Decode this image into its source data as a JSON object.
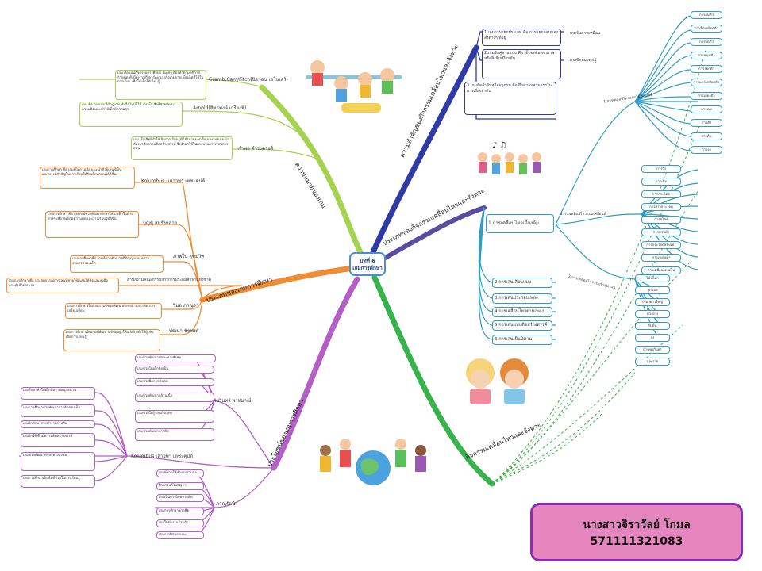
{
  "center": {
    "line1": "บทที่ 6",
    "line2": "เกมการศึกษา"
  },
  "author": {
    "name": "นางสาวจิราวัลย์ โกมล",
    "id": "571111321083"
  },
  "branches": {
    "meaning": "ความหมายของเกม",
    "types": "ประเภทของเกมการศึกษา",
    "purpose": "ประโยชน์ของเกมการศึกษา",
    "importance": "ความสำคัญของกิจกรรมเคลื่อนไหวและจังหวะ",
    "guidelines": "ประเภทของกิจกรรมเคลื่อนไหวและจังหวะ",
    "music": "กิจกรรมเคลื่อนไหวและจังหวะ"
  },
  "meaning_items": [
    {
      "label": "Gramb.Cam/Fitch(นิดาสน เลโนเอร์)",
      "text": "เกม คือ เป็นกิจกรรมการศึกษา ที่เด็กๆ ต้องทำตามกติกาที่กำหนด ทั้งนี้ยังรวมถึงการ์ดเกม หรือเกมจากแท็บเล็ตที่ใช้ในการเรียน เพื่อให้เด็กได้เรียนรู้"
    },
    {
      "label": "Arnold(สิทธพงษ์ เกรียงพิ)",
      "text": "เกม คือ การเล่นที่มีกฎเกณฑ์หรือไม่มีก็ได้ เกมเป็นสิ่งที่ช่วยพัฒนาความคิดและทำให้เด็กมีความสุข"
    },
    {
      "label": "กำพล ดำรงค์วงศ์",
      "text": "เกม เป็นสิ่งที่ทำให้เกิดการเรียนรู้ที่มีจำนวนมากขึ้น ผลงานของเด็กต้องอาศัยความคิดสร้างสรรค์ จึงนำมาใช้ในกระบวนการเรียนการสอน"
    }
  ],
  "types_items": [
    {
      "label": "Kolumbus (เสาวพา เตชะคุปต์)",
      "text": "เกมการศึกษา คือ เกมที่ได้ร่วมมือ แนะนำตัวผู้เล่นที่เป็นแนวทางที่สำคัญในการเรียนให้กับเด็กทุกคนได้ดีขึ้น"
    },
    {
      "label": "บุญชู สมรังคลาย",
      "text": "เกมการศึกษา คือ อุปกรณ์ช่วยพัฒนาทักษะให้แก่เด็กในด้านต่างๆ เพื่อให้เด็กมีความคิดและการเรียนรู้ที่ดีขึ้น"
    },
    {
      "label": "ภาพใน สุขุมวิท",
      "text": "เกมการศึกษาคือ เกมที่ช่วยพัฒนาสติปัญญาและความสามารถของเด็ก"
    },
    {
      "label": "สำนักงานคณะกรรมการการประถมศึกษาแห่งชาติ",
      "text": "เกมการศึกษา คือ ประสบการณ์การเล่นที่ช่วยให้ผู้เล่นได้คิดและลงมือกระทำด้วยตนเอง"
    },
    {
      "label": "วิมล ภาณุรา",
      "text": "เกมการศึกษาเป็นกิจกรรมที่ช่วยพัฒนาทักษะด้านการคิด การเปรียบเทียบ"
    },
    {
      "label": "พัฒนา ชัชพงศ์",
      "text": "เกมการศึกษาเป็นเกมที่พัฒนาสติปัญญาให้แก่เด็ก ทำให้ผู้เล่นเกิดการเรียนรู้"
    }
  ],
  "purpose_items": {
    "label1": "พัชรินทร์ พรหมาณ์",
    "label2": "Kolumbus เสาวพา เตชะคุปต์",
    "label3": "ภาณุรัตน์",
    "left_boxes": [
      "เกมศึกษาทำให้เด็กมีความสนุกสนาน",
      "เกมการศึกษาช่วยพัฒนาการคิดของเด็ก",
      "เกมฝึกทักษะการทำงานร่วมกัน",
      "เกมฝึกให้เด็กมีความคิดสร้างสรรค์",
      "เกมช่วยพัฒนาทักษะทางสังคม",
      "เกมการศึกษาเป็นสื่อที่ช่วยในการเรียนรู้"
    ],
    "mid_boxes": [
      "เกมช่วยพัฒนาทักษะทางสังคม",
      "เกมช่วยให้เด็กคิดเป็น",
      "เกมช่วยฝึกการสังเกต",
      "เกมช่วยพัฒนากล้ามเนื้อ",
      "เกมช่วยให้รู้จักแก้ปัญหา",
      "เกมช่วยพัฒนาการคิด"
    ],
    "low_boxes": [
      "เกมที่ช่วยให้ทำงานร่วมกัน",
      "ฝึกการแก้ไขปัญหา",
      "เกมเป็นการฝึกความคิด",
      "เกมการศึกษาช่วยคิด",
      "เกมให้ทำงานร่วมกัน",
      "เกมการฝึกแยกแยะ"
    ]
  },
  "importance_items": [
    "1.เกมการแยกประเภท คือ การแยกกลุ่มของสิ่งต่างๆ ที่อยู่",
    "2.เกมจับคู่สามแบบ คือ เด็กจะต้องหาภาพหรือสิ่งที่เหมือนกัน",
    "3.เกมจัดลำดับหรืออนุกรม คือ ฝึกความสามารถในการเรียงลำดับ"
  ],
  "importance_labels": [
    "เกมจับภาพเหมือน",
    "เกมจัดหมวดหมู่"
  ],
  "guidelines_items": [
    "1.การเคลื่อนไหวเบื้องต้น",
    "2.การเล่นเลียนแบบ",
    "3.การเล่นประกอบเพลง",
    "4.การเคลื่อนไหวตามเพลง",
    "5.การเล่นแบบคิดสร้างสรรค์",
    "6.การเล่นเป็นนิทาน"
  ],
  "guidelines_labels": [
    "1.การเคลื่อนไหวแบบไม่เคลื่อนที่",
    "2.การเคลื่อนไหวแบบเคลื่อนที่",
    "3.การเคลื่อนไหวร่วมกับอุปกรณ์"
  ],
  "leaf_top": [
    "การก้มตัว",
    "การยืดเหยียดตัว",
    "การบิดตัว",
    "การหมุนตัว",
    "การโยกตัว",
    "การแกว่งหรือสลัดแขน",
    "การเอียงตัว",
    "การเบ่ง",
    "การดึง",
    "การดัน",
    "การงอ"
  ],
  "leaf_mid": [
    "การวิ่ง",
    "การเดิน",
    "การกระโดด",
    "การก้าวกระโดด",
    "การสไลด์",
    "การควบม้า",
    "การกระโดดสลับเท้า",
    "การเขย่งเท้า",
    "การเคลื่อนไหวเป็นจังหวะ"
  ],
  "leaf_low": [
    "ไม้บล็อก",
    "ลูกบอล",
    "เชือกยาวใหญ่",
    "ห่วงยาง",
    "ริบบิ้น",
    "ธง",
    "ผ้าแพรกิมย่า",
    "ถุงทราย"
  ]
}
